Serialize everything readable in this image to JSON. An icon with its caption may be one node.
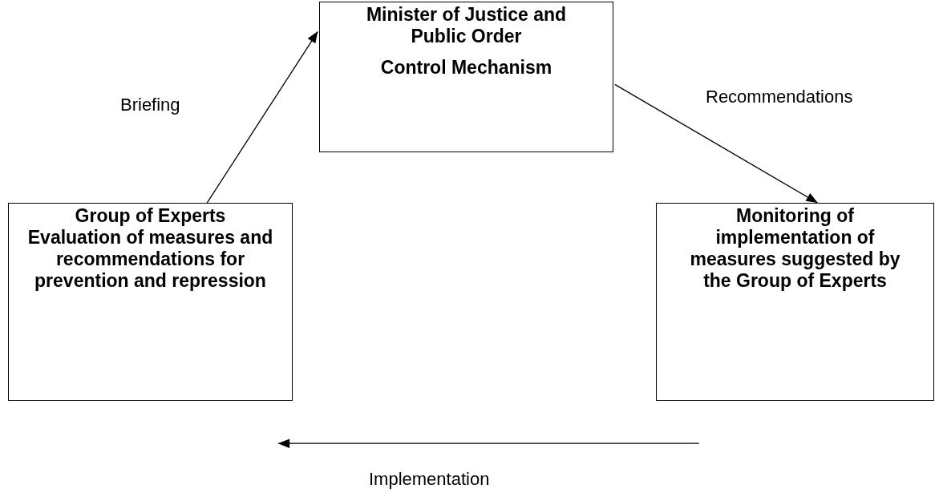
{
  "diagram": {
    "nodes": [
      {
        "text": [
          "Minister of Justice and Public Order",
          "Control Mechanism"
        ]
      },
      {
        "text": [
          "Group of Experts",
          "Evaluation of measures and recommendations for prevention and repression"
        ]
      },
      {
        "text": [
          "Monitoring of implementation of measures suggested by the Group of Experts"
        ]
      }
    ],
    "edges": [
      {
        "from": 1,
        "to": 0,
        "arrow": "to",
        "label": "Briefing"
      },
      {
        "from": 0,
        "to": 2,
        "arrow": "to",
        "label": "Recommendations"
      },
      {
        "from": 2,
        "to": 1,
        "arrow": "to",
        "label": "Implementation"
      }
    ]
  }
}
